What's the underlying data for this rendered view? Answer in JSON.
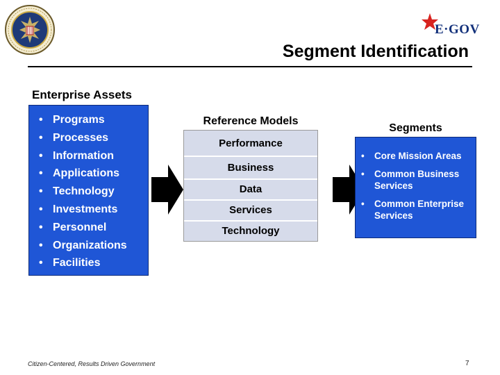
{
  "header": {
    "title": "Segment Identification",
    "logo_text": "E·GOV"
  },
  "enterprise_assets": {
    "heading": "Enterprise Assets",
    "items": [
      "Programs",
      "Processes",
      "Information",
      "Applications",
      "Technology",
      "Investments",
      "Personnel",
      "Organizations",
      "Facilities"
    ]
  },
  "reference_models": {
    "heading": "Reference Models",
    "rows": [
      "Performance",
      "Business",
      "Data",
      "Services",
      "Technology"
    ]
  },
  "segments": {
    "heading": "Segments",
    "items": [
      {
        "line1": "Core Mission Areas",
        "line2": ""
      },
      {
        "line1": "Common Business",
        "line2": "Services"
      },
      {
        "line1": "Common Enterprise",
        "line2": "Services"
      }
    ]
  },
  "footer": {
    "text": "Citizen-Centered, Results Driven Government",
    "page_number": "7"
  },
  "bullet": "•",
  "colors": {
    "box_blue": "#1f56d6",
    "ref_row": "#d6dbea",
    "logo_blue": "#12307a",
    "logo_star": "#d8231f"
  },
  "icons": [
    "presidential-seal-icon",
    "egov-star-icon",
    "arrow-right-icon"
  ]
}
